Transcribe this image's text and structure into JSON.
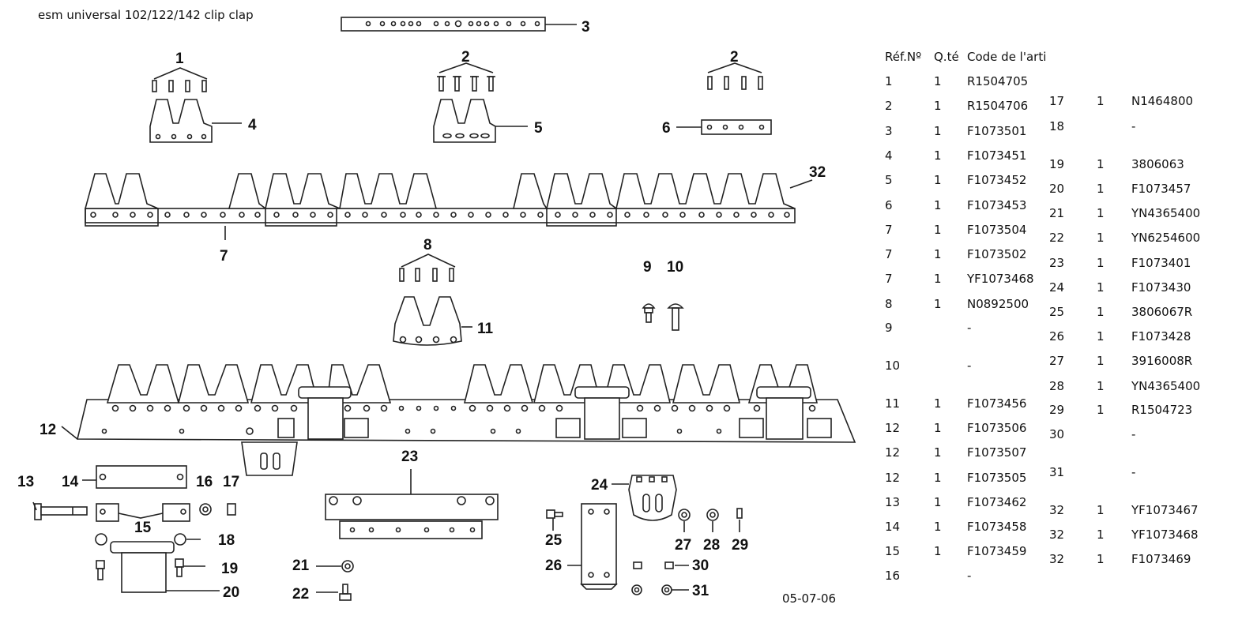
{
  "title": "esm universal 102/122/142 clip clap",
  "date": "05-07-06",
  "table": {
    "headers": {
      "ref": "Réf.Nº",
      "qty": "Q.té",
      "code": "Code de l'arti"
    },
    "left_rows": [
      {
        "ref": "1",
        "qty": "1",
        "code": "R1504705"
      },
      {
        "ref": "2",
        "qty": "1",
        "code": "R1504706"
      },
      {
        "ref": "3",
        "qty": "1",
        "code": "F1073501"
      },
      {
        "ref": "4",
        "qty": "1",
        "code": "F1073451"
      },
      {
        "ref": "5",
        "qty": "1",
        "code": "F1073452"
      },
      {
        "ref": "6",
        "qty": "1",
        "code": "F1073453"
      },
      {
        "ref": "7",
        "qty": "1",
        "code": "F1073504"
      },
      {
        "ref": "7",
        "qty": "1",
        "code": "F1073502"
      },
      {
        "ref": "7",
        "qty": "1",
        "code": "YF1073468"
      },
      {
        "ref": "8",
        "qty": "1",
        "code": "N0892500"
      },
      {
        "ref": "9",
        "qty": "",
        "code": "-"
      },
      {
        "ref": "10",
        "qty": "",
        "code": "-"
      },
      {
        "ref": "11",
        "qty": "1",
        "code": "F1073456"
      },
      {
        "ref": "12",
        "qty": "1",
        "code": "F1073506"
      },
      {
        "ref": "12",
        "qty": "1",
        "code": "F1073507"
      },
      {
        "ref": "12",
        "qty": "1",
        "code": "F1073505"
      },
      {
        "ref": "13",
        "qty": "1",
        "code": "F1073462"
      },
      {
        "ref": "14",
        "qty": "1",
        "code": "F1073458"
      },
      {
        "ref": "15",
        "qty": "1",
        "code": "F1073459"
      },
      {
        "ref": "16",
        "qty": "",
        "code": "-"
      }
    ],
    "right_rows": [
      {
        "ref": "17",
        "qty": "1",
        "code": "N1464800"
      },
      {
        "ref": "18",
        "qty": "",
        "code": "-"
      },
      {
        "ref": "19",
        "qty": "1",
        "code": "3806063"
      },
      {
        "ref": "20",
        "qty": "1",
        "code": "F1073457"
      },
      {
        "ref": "21",
        "qty": "1",
        "code": "YN4365400"
      },
      {
        "ref": "22",
        "qty": "1",
        "code": "YN6254600"
      },
      {
        "ref": "23",
        "qty": "1",
        "code": "F1073401"
      },
      {
        "ref": "24",
        "qty": "1",
        "code": "F1073430"
      },
      {
        "ref": "25",
        "qty": "1",
        "code": "3806067R"
      },
      {
        "ref": "26",
        "qty": "1",
        "code": "F1073428"
      },
      {
        "ref": "27",
        "qty": "1",
        "code": "3916008R"
      },
      {
        "ref": "28",
        "qty": "1",
        "code": "YN4365400"
      },
      {
        "ref": "29",
        "qty": "1",
        "code": "R1504723"
      },
      {
        "ref": "30",
        "qty": "",
        "code": "-"
      },
      {
        "ref": "31",
        "qty": "",
        "code": "-"
      },
      {
        "ref": "32",
        "qty": "1",
        "code": "YF1073467"
      },
      {
        "ref": "32",
        "qty": "1",
        "code": "YF1073468"
      },
      {
        "ref": "32",
        "qty": "1",
        "code": "F1073469"
      }
    ]
  },
  "callouts": {
    "c1": "1",
    "c2a": "2",
    "c2b": "2",
    "c3": "3",
    "c4": "4",
    "c5": "5",
    "c6": "6",
    "c7": "7",
    "c8": "8",
    "c9": "9",
    "c10": "10",
    "c11": "11",
    "c12": "12",
    "c13": "13",
    "c14": "14",
    "c15": "15",
    "c16": "16",
    "c17": "17",
    "c18": "18",
    "c19": "19",
    "c20": "20",
    "c21": "21",
    "c22": "22",
    "c23": "23",
    "c24": "24",
    "c25": "25",
    "c26": "26",
    "c27": "27",
    "c28": "28",
    "c29": "29",
    "c30": "30",
    "c31": "31",
    "c32": "32"
  },
  "colors": {
    "line": "#222222",
    "paper": "#ffffff"
  }
}
